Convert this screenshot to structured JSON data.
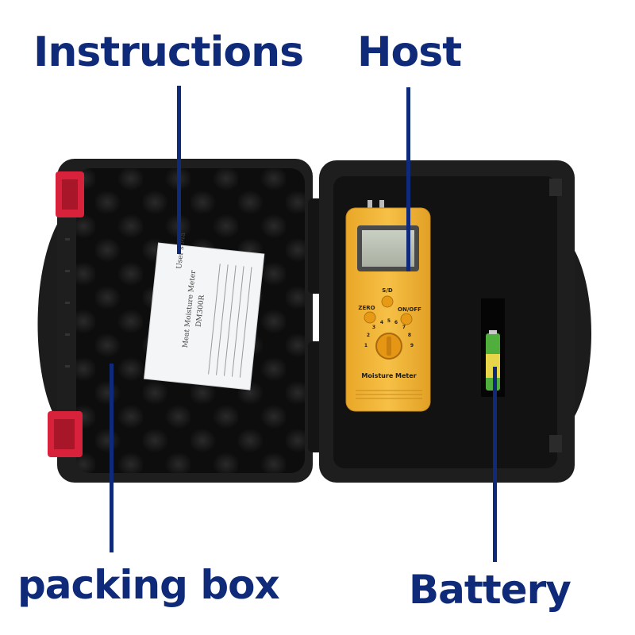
{
  "labels": {
    "instructions": "Instructions",
    "host": "Host",
    "packing_box": "packing box",
    "battery": "Battery"
  },
  "manual": {
    "line1": "User's Ma",
    "line2": "Meat Moisture Meter",
    "line3": "DM300R"
  },
  "meter": {
    "btn_sd": "S/D",
    "btn_zero": "ZERO",
    "btn_onoff": "ON/OFF",
    "dial_numbers": [
      "1",
      "2",
      "3",
      "4",
      "5",
      "6",
      "7",
      "8",
      "9"
    ],
    "brand": "Moisture Meter"
  },
  "colors": {
    "label_blue": "#0f2a78",
    "case_black": "#1a1a1a",
    "foam_black": "#111111",
    "meter_yellow": "#f3b63a",
    "latch_red": "#d8213a",
    "battery_green": "#4fae3c"
  }
}
